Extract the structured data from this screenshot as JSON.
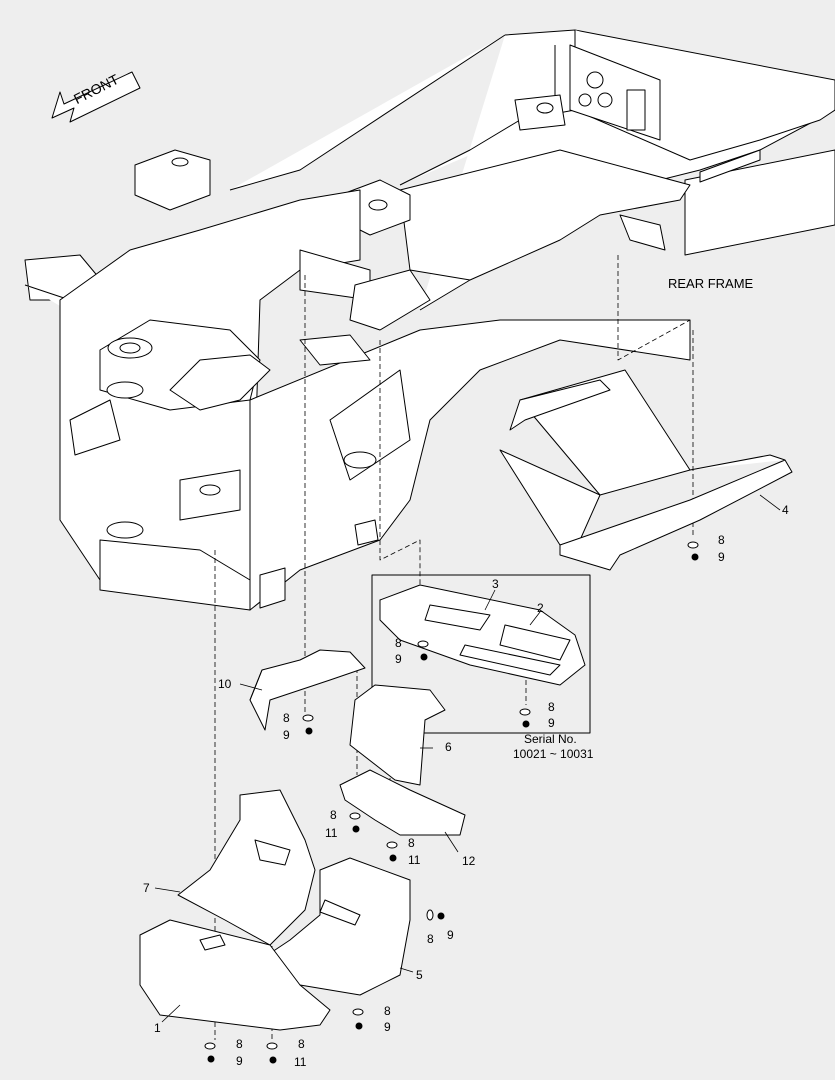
{
  "front_label": "FRONT",
  "rear_frame_label": "REAR FRAME",
  "serial": {
    "line1": "Serial No.",
    "line2": "10021 ~ 10031"
  },
  "callouts": {
    "p1": "1",
    "p2": "2",
    "p3": "3",
    "p4": "4",
    "p5": "5",
    "p6": "6",
    "p7": "7",
    "p10": "10",
    "p12": "12",
    "a8": "8",
    "a9": "9",
    "b8": "8",
    "b9": "9",
    "c8": "8",
    "c9": "9",
    "d8": "8",
    "d9": "9",
    "e8": "8",
    "e11": "11",
    "f8": "8",
    "f11": "11",
    "g8": "8",
    "g9": "9",
    "h8": "8",
    "h9": "9",
    "i8": "8",
    "i9": "9",
    "j8": "8",
    "j11": "11"
  },
  "colors": {
    "background": "#eeeeee",
    "line": "#000000",
    "panel": "#ffffff"
  }
}
